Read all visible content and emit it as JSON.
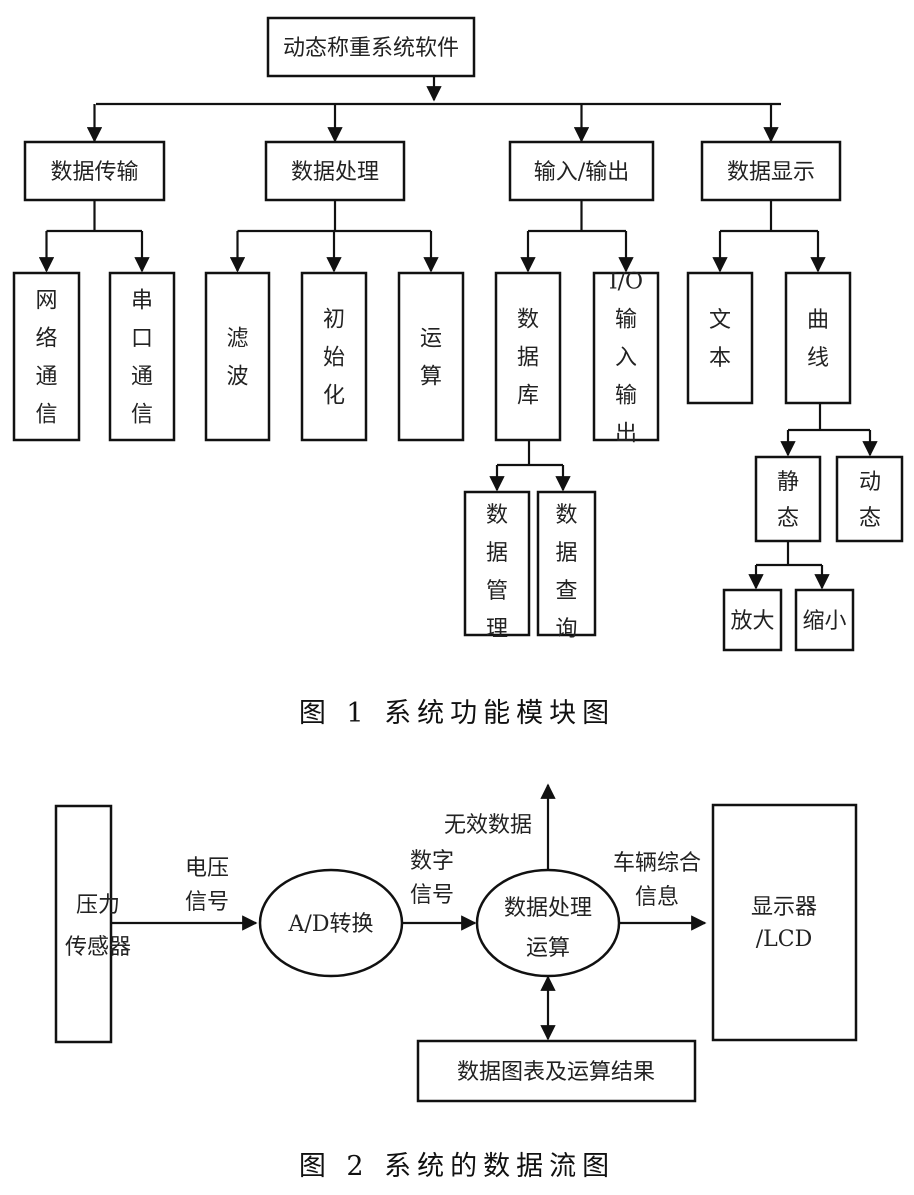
{
  "figure1": {
    "caption": "图 1   系统功能模块图",
    "root": "动态称重系统软件",
    "modules": [
      {
        "label": "数据传输",
        "children": [
          "网络通信",
          "串口通信"
        ]
      },
      {
        "label": "数据处理",
        "children": [
          "滤波",
          "初始化",
          "运算"
        ]
      },
      {
        "label": "输入/输出",
        "children": [
          "数据库",
          "I/O输入输出"
        ]
      },
      {
        "label": "数据显示",
        "children": [
          "文本",
          "曲线"
        ]
      }
    ],
    "database_children": [
      "数据管理",
      "数据查询"
    ],
    "curve_children": [
      "静态",
      "动态"
    ],
    "static_children": [
      "放大",
      "缩小"
    ]
  },
  "figure2": {
    "caption": "图 2   系统的数据流图",
    "sensor": "压力传感器",
    "voltage_signal": "电压信号",
    "ad": "A/D转换",
    "digital_signal": "数字信号",
    "processing": "数据处理运算",
    "invalid_data": "无效数据",
    "vehicle_info": "车辆综合信息",
    "display": "显示器/LCD",
    "results": "数据图表及运算结果"
  }
}
